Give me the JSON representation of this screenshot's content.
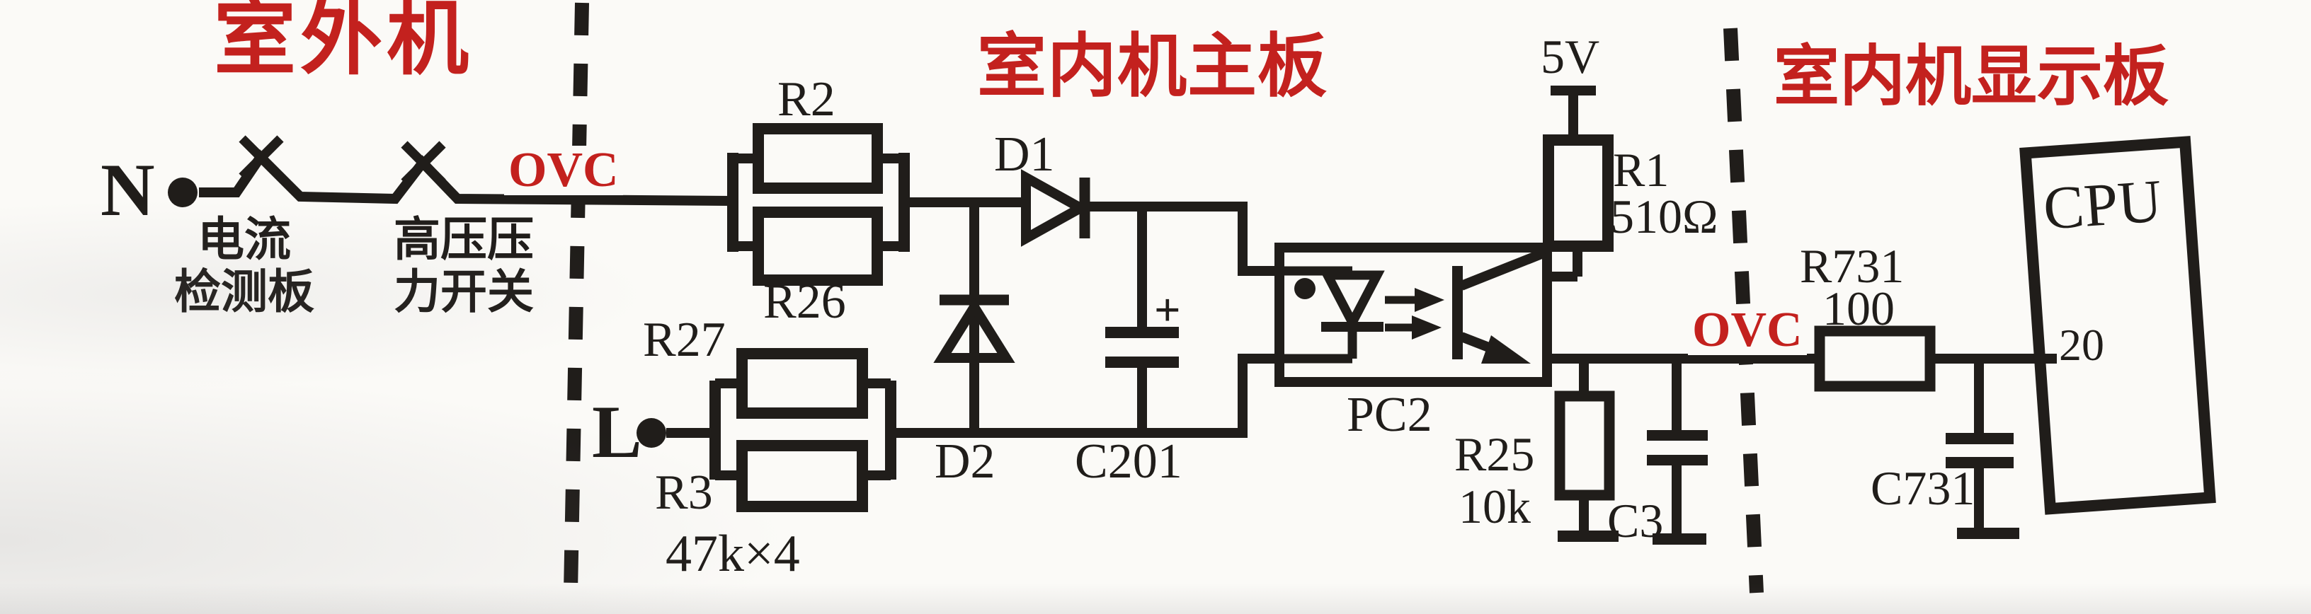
{
  "colors": {
    "red": "#c3211e",
    "ink": "#201d1a",
    "bg": "#fbfaf7"
  },
  "sections": {
    "outdoor_title": "室外机",
    "indoor_main_title": "室内机主板",
    "indoor_display_title": "室内机显示板"
  },
  "terminals": {
    "neutral": "N",
    "live": "L"
  },
  "nets": {
    "ovc_left": "OVC",
    "ovc_right": "OVC"
  },
  "power": {
    "rail_5v": "5V"
  },
  "switch_labels": {
    "current_sense_line1": "电流",
    "current_sense_line2": "检测板",
    "hp_switch_line1": "高压压",
    "hp_switch_line2": "力开关"
  },
  "components": {
    "r2": "R2",
    "r26": "R26",
    "r27": "R27",
    "r3": "R3",
    "r3_value": "47k×4",
    "d1": "D1",
    "d2": "D2",
    "c201": "C201",
    "c201_polarity": "+",
    "pc2": "PC2",
    "r1": "R1",
    "r1_value": "510Ω",
    "r25": "R25",
    "r25_value": "10k",
    "c3": "C3",
    "r731": "R731",
    "r731_value": "100",
    "c731": "C731",
    "cpu": "CPU",
    "cpu_pin": "20"
  }
}
